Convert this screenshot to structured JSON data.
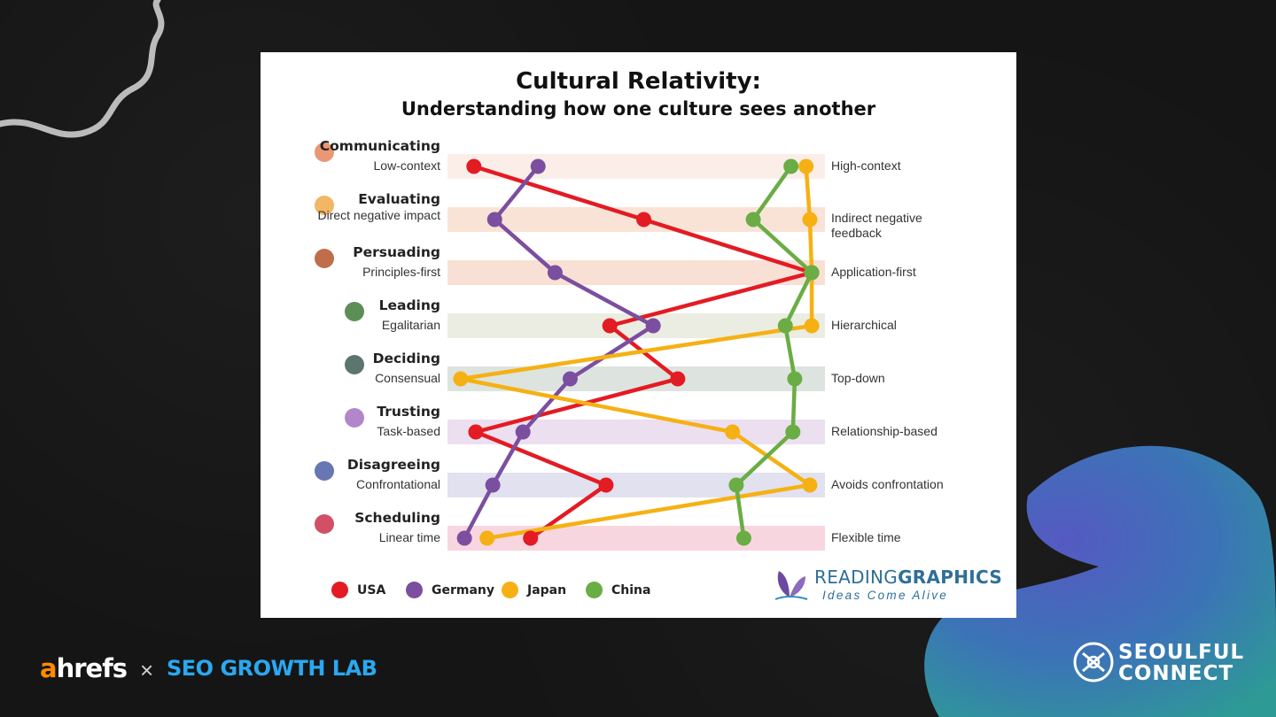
{
  "colors": {
    "USA": "#e31b23",
    "Germany": "#7b4ea0",
    "Japan": "#f5b114",
    "China": "#6aad45"
  },
  "chart_data": {
    "type": "line",
    "title": "Cultural Relativity:",
    "subtitle": "Understanding how one culture sees another",
    "scales": [
      {
        "category": "Communicating",
        "low": "Low-context",
        "high": "High-context",
        "icon": "speech-bubbles-icon",
        "band": "#fbeee9"
      },
      {
        "category": "Evaluating",
        "low": "Direct negative impact",
        "high": "Indirect negative feedback",
        "icon": "smiley-faces-icon",
        "band": "#f9e3d6"
      },
      {
        "category": "Persuading",
        "low": "Principles-first",
        "high": "Application-first",
        "icon": "people-idea-icon",
        "band": "#f8e1d4"
      },
      {
        "category": "Leading",
        "low": "Egalitarian",
        "high": "Hierarchical",
        "icon": "climbing-stairs-icon",
        "band": "#ebede2"
      },
      {
        "category": "Deciding",
        "low": "Consensual",
        "high": "Top-down",
        "icon": "person-network-icon",
        "band": "#dde4e0"
      },
      {
        "category": "Trusting",
        "low": "Task-based",
        "high": "Relationship-based",
        "icon": "heart-handshake-icon",
        "band": "#ecdff0"
      },
      {
        "category": "Disagreeing",
        "low": "Confrontational",
        "high": "Avoids confrontation",
        "icon": "group-discussion-icon",
        "band": "#e1e1ef"
      },
      {
        "category": "Scheduling",
        "low": "Linear time",
        "high": "Flexible time",
        "icon": "calendar-clock-icon",
        "band": "#f7d6df"
      }
    ],
    "xlim": [
      0,
      1
    ],
    "series": [
      {
        "name": "USA",
        "values": [
          0.07,
          0.52,
          0.965,
          0.43,
          0.61,
          0.075,
          0.42,
          0.22
        ]
      },
      {
        "name": "Germany",
        "values": [
          0.24,
          0.125,
          0.285,
          0.545,
          0.325,
          0.2,
          0.12,
          0.045
        ]
      },
      {
        "name": "Japan",
        "values": [
          0.95,
          0.96,
          0.965,
          0.965,
          0.035,
          0.755,
          0.96,
          0.105
        ]
      },
      {
        "name": "China",
        "values": [
          0.91,
          0.81,
          0.965,
          0.895,
          0.92,
          0.915,
          0.765,
          0.785
        ]
      }
    ],
    "legend_position": "bottom-left"
  },
  "legend": [
    "USA",
    "Germany",
    "Japan",
    "China"
  ],
  "brand": {
    "name_part1": "READING",
    "name_part2": "GRAPHICS",
    "tagline": "Ideas Come Alive"
  },
  "footer": {
    "ahrefs_a": "a",
    "ahrefs_rest": "hrefs",
    "separator": "×",
    "seo_lab": "SEO GROWTH LAB",
    "seoulful_line1": "SEOULFUL",
    "seoulful_line2": "CONNECT"
  }
}
